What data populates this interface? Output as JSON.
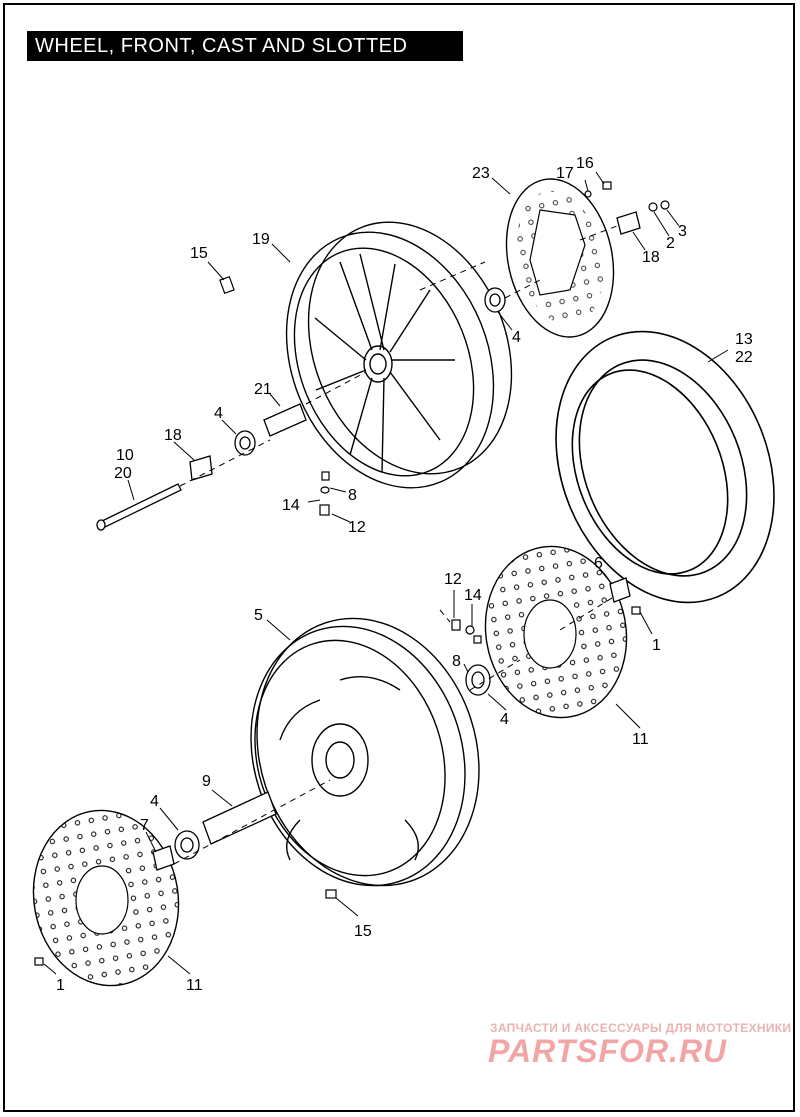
{
  "title": "WHEEL, FRONT, CAST AND SLOTTED",
  "callouts": [
    {
      "id": "c16",
      "text": "16"
    },
    {
      "id": "c17",
      "text": "17"
    },
    {
      "id": "c23",
      "text": "23"
    },
    {
      "id": "c3",
      "text": "3"
    },
    {
      "id": "c2",
      "text": "2"
    },
    {
      "id": "c18a",
      "text": "18"
    },
    {
      "id": "c15a",
      "text": "15"
    },
    {
      "id": "c19",
      "text": "19"
    },
    {
      "id": "c4a",
      "text": "4"
    },
    {
      "id": "c13",
      "text": "13"
    },
    {
      "id": "c22",
      "text": "22"
    },
    {
      "id": "c21",
      "text": "21"
    },
    {
      "id": "c4b",
      "text": "4"
    },
    {
      "id": "c18b",
      "text": "18"
    },
    {
      "id": "c10",
      "text": "10"
    },
    {
      "id": "c20",
      "text": "20"
    },
    {
      "id": "c8a",
      "text": "8"
    },
    {
      "id": "c14a",
      "text": "14"
    },
    {
      "id": "c12a",
      "text": "12"
    },
    {
      "id": "c12b",
      "text": "12"
    },
    {
      "id": "c14b",
      "text": "14"
    },
    {
      "id": "c6",
      "text": "6"
    },
    {
      "id": "c1a",
      "text": "1"
    },
    {
      "id": "c5",
      "text": "5"
    },
    {
      "id": "c8b",
      "text": "8"
    },
    {
      "id": "c4c",
      "text": "4"
    },
    {
      "id": "c11a",
      "text": "11"
    },
    {
      "id": "c9",
      "text": "9"
    },
    {
      "id": "c4d",
      "text": "4"
    },
    {
      "id": "c7",
      "text": "7"
    },
    {
      "id": "c15b",
      "text": "15"
    },
    {
      "id": "c1b",
      "text": "1"
    },
    {
      "id": "c11b",
      "text": "11"
    }
  ],
  "watermark": {
    "subtitle": "ЗАПЧАСТИ И АКСЕССУАРЫ ДЛЯ МОТОТЕХНИКИ",
    "brand": "PARTSFOR.RU",
    "color": "#f2a5a5"
  }
}
